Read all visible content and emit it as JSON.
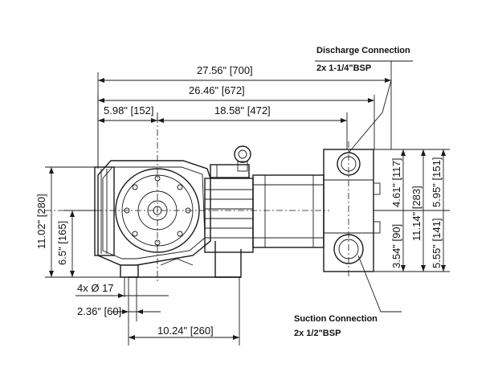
{
  "diagram": {
    "overall_length": "27.56\" [700]",
    "body_length": "26.46\" [672]",
    "left_offset": "5.98\" [152]",
    "motor_length": "18.58\" [472]",
    "total_height": "11.02\" [280]",
    "base_to_center": "6.5\" [165]",
    "hole_spec": "4x Ø 17",
    "hole_offset": "2.36\" [60]",
    "foot_spacing": "10.24\" [260]",
    "discharge": {
      "title": "Discharge Connection",
      "spec": "2x 1-1/4\"BSP"
    },
    "suction": {
      "title": "Suction Connection",
      "spec": "2x 1/2\"BSP"
    },
    "manifold_upper": "4.61\" [117]",
    "manifold_lower": "3.54\" [90]",
    "manifold_total": "11.14\" [283]",
    "right_upper": "5.95\" [151]",
    "right_lower": "5.55\" [141]"
  }
}
